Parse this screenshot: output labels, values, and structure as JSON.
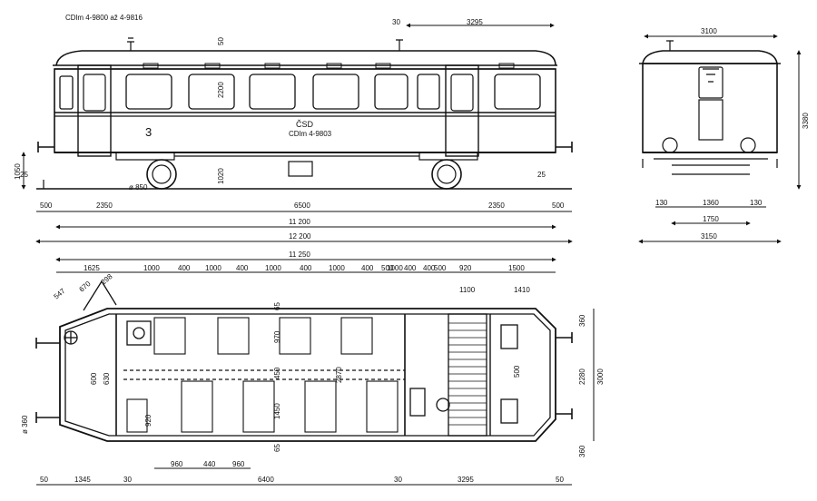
{
  "title": "CDlm 4-9800 až 4-9816",
  "side_view": {
    "class_mark": "3",
    "car_number": "CDlm 4-9803",
    "operator_mark": "ČSD",
    "wheel_label": "ø 850",
    "dims": {
      "height_total": "1050",
      "buffer_height_l": "25",
      "buffer_height_r": "25",
      "door_top": "30",
      "door_width": "3295",
      "roof": "50",
      "window_h": "2200",
      "floor_h": "1020",
      "overhang_l": "500",
      "bogie_l": "2350",
      "wheelbase": "6500",
      "bogie_r": "2350",
      "overhang_r": "500",
      "body_len": "11 200",
      "total_len": "12 200"
    }
  },
  "end_view": {
    "dims": {
      "width_top": "3100",
      "height": "3380",
      "w130_l": "130",
      "gauge": "1360",
      "w130_r": "130",
      "axle": "1750",
      "width_bottom": "3150"
    }
  },
  "plan_view": {
    "dims": {
      "overall": "11 250",
      "seg_1625": "1625",
      "seg_1000a": "1000",
      "seg_400a": "400",
      "seg_1000b": "1000",
      "seg_400b": "400",
      "seg_1000c": "1000",
      "seg_400c": "400",
      "seg_1000d": "1000",
      "seg_400d": "400",
      "seg_1000e": "1000",
      "seg_400e": "400",
      "seg_500a": "500",
      "seg_400f": "400",
      "seg_500b": "500",
      "seg_920": "920",
      "seg_1500": "1500",
      "seg_1100": "1100",
      "seg_1410": "1410",
      "cab_547": "547",
      "cab_670": "670",
      "cab_298": "298",
      "aisle_65_top": "65",
      "row_970": "970",
      "aisle_450": "450",
      "inner_2870": "2870",
      "row_1450": "1450",
      "aisle_65_bot": "65",
      "seat_920": "920",
      "step_600": "600",
      "step_630": "630",
      "buffer_360": "ø 360",
      "door_500": "500",
      "right_360_top": "360",
      "right_2280": "2280",
      "right_3000": "3000",
      "right_360_bot": "360",
      "bottom_960a": "960",
      "bottom_440": "440",
      "bottom_960b": "960",
      "bottom_50_l": "50",
      "bottom_1345": "1345",
      "bottom_30_l": "30",
      "bottom_6400": "6400",
      "bottom_30_r": "30",
      "bottom_3295": "3295",
      "bottom_50_r": "50"
    }
  }
}
